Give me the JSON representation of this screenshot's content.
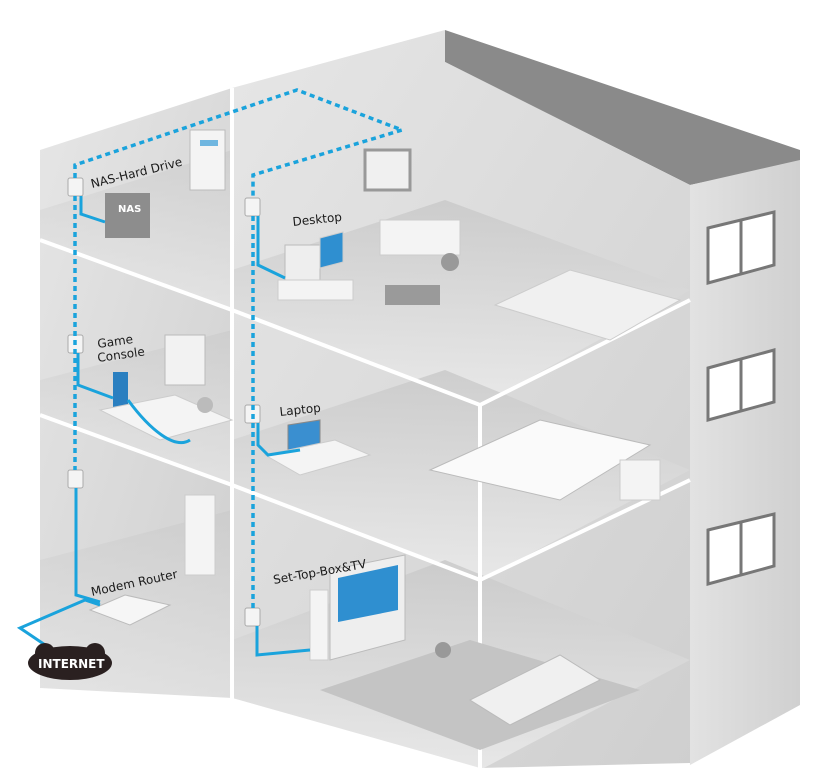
{
  "diagram": {
    "labels": {
      "nas": "NAS-Hard Drive",
      "nas_box": "NAS",
      "desktop": "Desktop",
      "game_line1": "Game",
      "game_line2": "Console",
      "laptop": "Laptop",
      "modem": "Modem  Router",
      "settop": "Set-Top-Box&TV",
      "internet": "INTERNET"
    },
    "colors": {
      "cable": "#1aa3dc",
      "roof": "#8a8a8a",
      "wall": "#d9d9d9",
      "internet_cloud": "#2a2020"
    }
  }
}
